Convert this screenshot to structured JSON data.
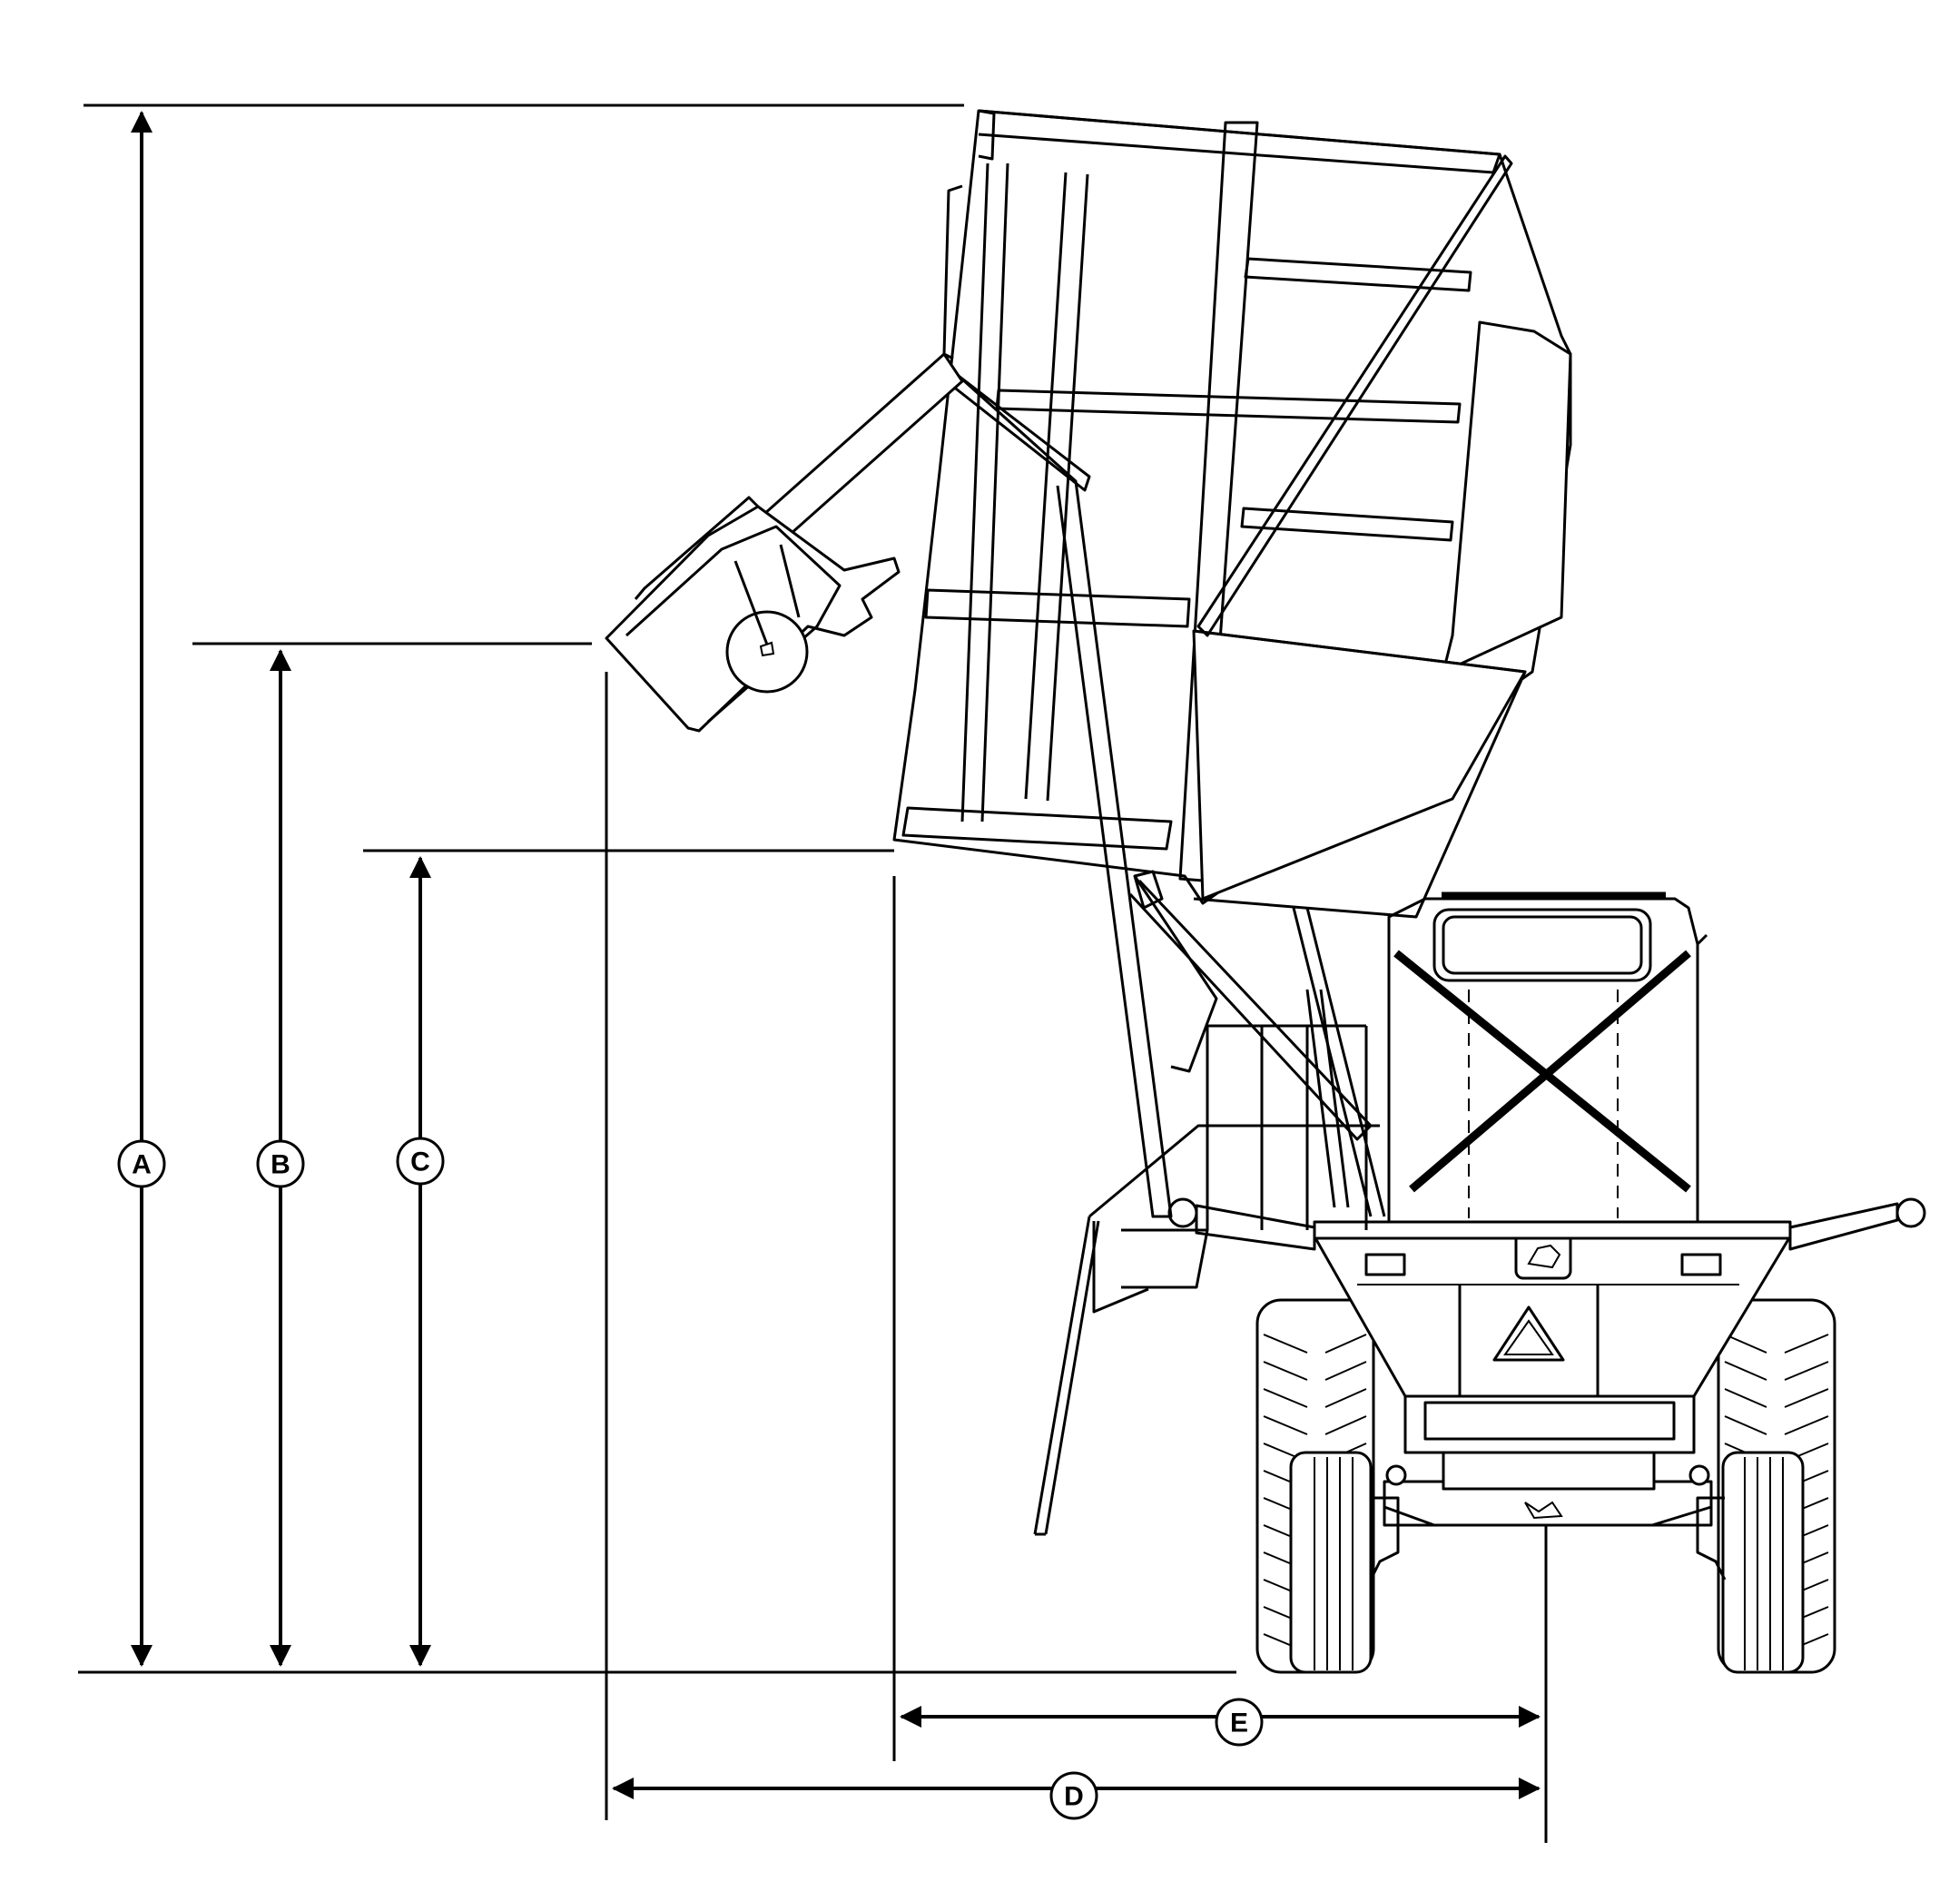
{
  "figure": {
    "callouts": {
      "A": "A",
      "B": "B",
      "C": "C",
      "D": "D",
      "E": "E"
    }
  }
}
